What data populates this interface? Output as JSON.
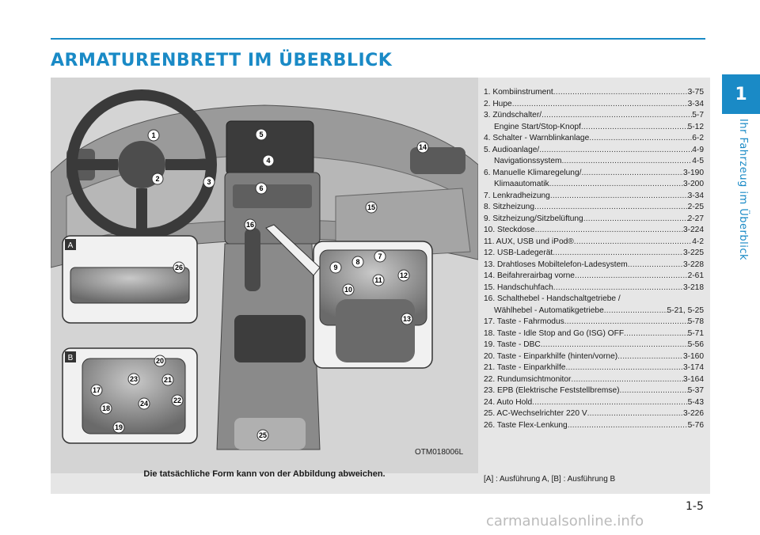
{
  "header": {
    "title": "ARMATURENBRETT IM ÜBERBLICK"
  },
  "chapter": {
    "number": "1",
    "label": "Ihr Fahrzeug im Überblick"
  },
  "figure": {
    "code": "OTM018006L",
    "caption": "Die tatsächliche Form kann von der Abbildung abweichen.",
    "callouts": [
      "1",
      "2",
      "3",
      "4",
      "5",
      "6",
      "7",
      "8",
      "9",
      "10",
      "11",
      "12",
      "13",
      "14",
      "15",
      "16",
      "17",
      "18",
      "19",
      "20",
      "21",
      "22",
      "23",
      "24",
      "25",
      "26"
    ],
    "inset_labels": [
      "A",
      "B"
    ]
  },
  "items": [
    {
      "label": "1. Kombiinstrument",
      "page": "3-75"
    },
    {
      "label": "2. Hupe",
      "page": "3-34"
    },
    {
      "label": "3. Zündschalter/",
      "page": "5-7",
      "cont_label": "Engine Start/Stop-Knopf",
      "cont_page": "5-12"
    },
    {
      "label": "4. Schalter - Warnblinkanlage",
      "page": "6-2"
    },
    {
      "label": "5. Audioanlage/",
      "page": "4-9",
      "cont_label": "Navigationssystem",
      "cont_page": "4-5"
    },
    {
      "label": "6. Manuelle Klimaregelung/",
      "page": "3-190",
      "cont_label": "Klimaautomatik",
      "cont_page": "3-200"
    },
    {
      "label": "7. Lenkradheizung",
      "page": "3-34"
    },
    {
      "label": "8. Sitzheizung",
      "page": "2-25"
    },
    {
      "label": "9. Sitzheizung/Sitzbelüftung",
      "page": "2-27"
    },
    {
      "label": "10. Steckdose",
      "page": "3-224"
    },
    {
      "label": "11. AUX, USB und iPod®",
      "page": "4-2"
    },
    {
      "label": "12. USB-Ladegerät",
      "page": "3-225"
    },
    {
      "label": "13. Drahtloses Mobiltelefon-Ladesystem",
      "page": "3-228"
    },
    {
      "label": "14. Beifahrerairbag vorne",
      "page": "2-61"
    },
    {
      "label": "15. Handschuhfach",
      "page": "3-218"
    },
    {
      "label": "16. Schalthebel - Handschaltgetriebe /",
      "page": "",
      "cont_label": "Wählhebel - Automatikgetriebe",
      "cont_page": "5-21, 5-25"
    },
    {
      "label": "17. Taste - Fahrmodus",
      "page": "5-78"
    },
    {
      "label": "18. Taste - Idle Stop and Go (ISG) OFF",
      "page": "5-71"
    },
    {
      "label": "19. Taste - DBC",
      "page": "5-56"
    },
    {
      "label": "20. Taste - Einparkhilfe (hinten/vorne)",
      "page": "3-160"
    },
    {
      "label": "21. Taste - Einparkhilfe",
      "page": "3-174"
    },
    {
      "label": "22. Rundumsichtmonitor",
      "page": "3-164"
    },
    {
      "label": "23. EPB (Elektrische Feststellbremse)",
      "page": "5-37"
    },
    {
      "label": "24. Auto Hold",
      "page": "5-43"
    },
    {
      "label": "25. AC-Wechselrichter 220 V",
      "page": "3-226"
    },
    {
      "label": "26. Taste Flex-Lenkung",
      "page": "5-76"
    }
  ],
  "version_note": "[A] : Ausführung A, [B] : Ausführung B",
  "footer": {
    "page": "1-5",
    "watermark": "carmanualsonline.info"
  }
}
